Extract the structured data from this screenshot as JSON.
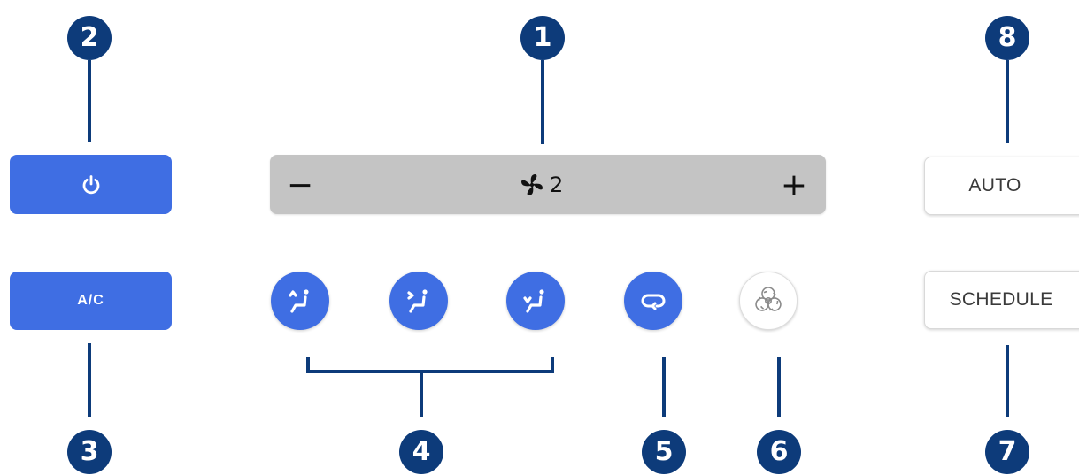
{
  "callouts": {
    "n1": "1",
    "n2": "2",
    "n3": "3",
    "n4": "4",
    "n5": "5",
    "n6": "6",
    "n7": "7",
    "n8": "8"
  },
  "controls": {
    "power_icon": "power-icon",
    "ac_label": "A/C",
    "fan": {
      "decrease_symbol": "−",
      "increase_symbol": "+",
      "fan_icon": "fan-icon",
      "speed": "2"
    },
    "airflow_modes": [
      "face-vent-icon",
      "face-and-feet-vent-icon",
      "feet-vent-icon"
    ],
    "recirculate_icon": "recirculate-icon",
    "bioweapon_defense_icon": "biohazard-icon",
    "auto_label": "AUTO",
    "schedule_label": "SCHEDULE"
  },
  "colors": {
    "accent": "#3f6ee3",
    "callout": "#0d3b7a",
    "fan_bar": "#c4c4c4"
  }
}
